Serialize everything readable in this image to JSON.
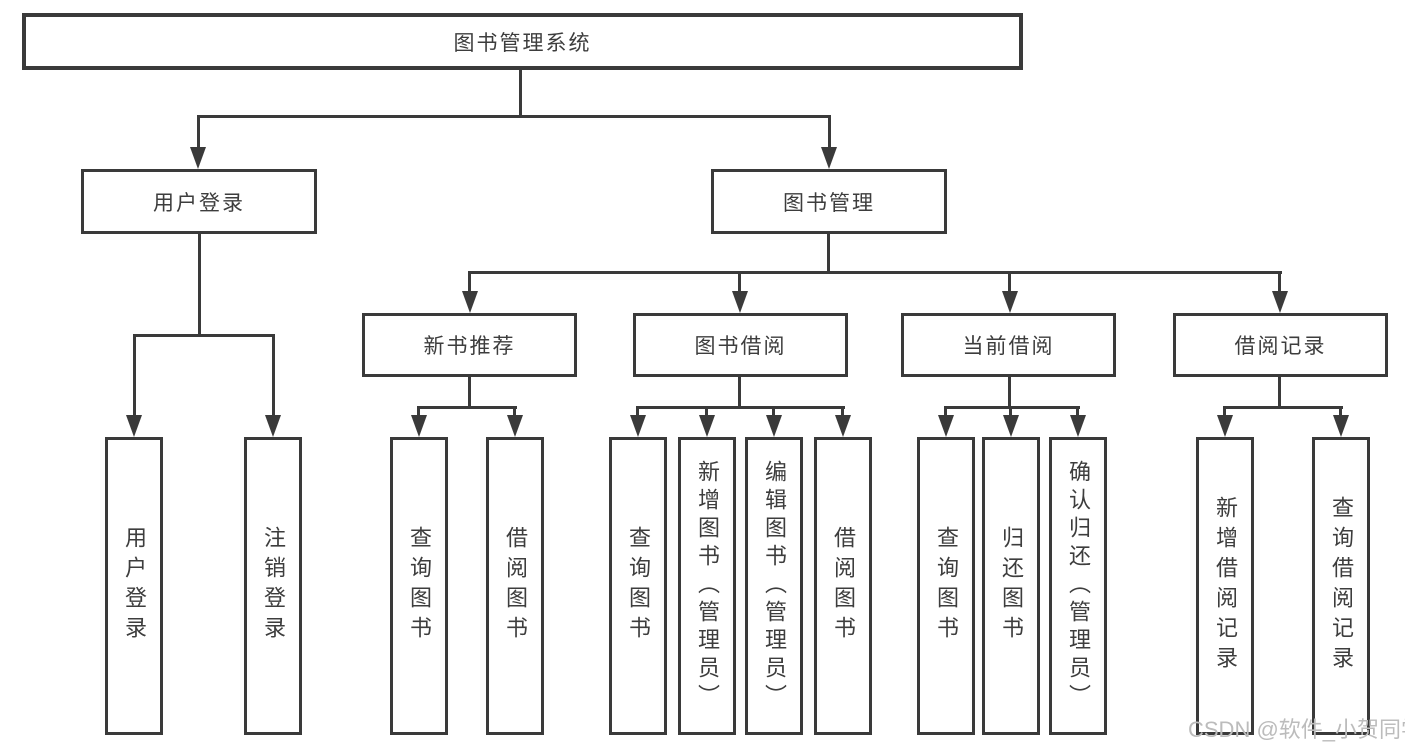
{
  "diagram": {
    "root": {
      "label": "图书管理系统"
    },
    "branches": [
      {
        "label": "用户登录",
        "children": [
          {
            "label": "用户登录"
          },
          {
            "label": "注销登录"
          }
        ]
      },
      {
        "label": "图书管理",
        "children": [
          {
            "label": "新书推荐",
            "children": [
              {
                "label": "查询图书"
              },
              {
                "label": "借阅图书"
              }
            ]
          },
          {
            "label": "图书借阅",
            "children": [
              {
                "label": "查询图书"
              },
              {
                "label": "新增图书（管理员）"
              },
              {
                "label": "编辑图书（管理员）"
              },
              {
                "label": "借阅图书"
              }
            ]
          },
          {
            "label": "当前借阅",
            "children": [
              {
                "label": "查询图书"
              },
              {
                "label": "归还图书"
              },
              {
                "label": "确认归还（管理员）"
              }
            ]
          },
          {
            "label": "借阅记录",
            "children": [
              {
                "label": "新增借阅记录"
              },
              {
                "label": "查询借阅记录"
              }
            ]
          }
        ]
      }
    ]
  },
  "watermark": {
    "text": "CSDN @软件_小贺同学"
  },
  "colors": {
    "line": "#3a3a3a",
    "text": "#3d3d3d",
    "background": "#ffffff",
    "watermark": "#bcbcbc"
  }
}
